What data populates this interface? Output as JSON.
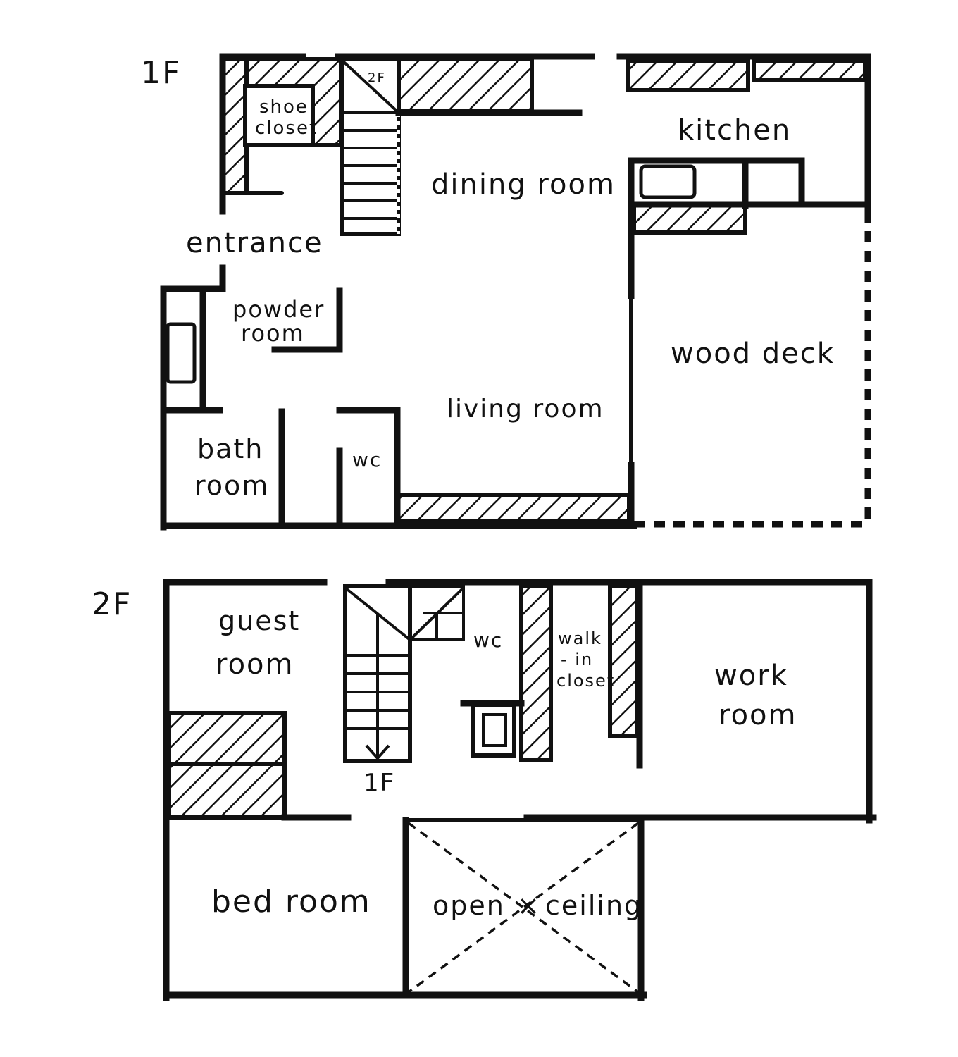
{
  "floors": {
    "first": {
      "label": "1F",
      "rooms": {
        "shoe_closet": [
          "shoe",
          "closet"
        ],
        "stair_up": "2F",
        "dining": "dining room",
        "kitchen": "kitchen",
        "entrance": "entrance",
        "powder": [
          "powder",
          "room"
        ],
        "wood_deck": "wood deck",
        "living": "living room",
        "bath": [
          "bath",
          "room"
        ],
        "wc": "wc"
      }
    },
    "second": {
      "label": "2F",
      "rooms": {
        "guest": [
          "guest",
          "room"
        ],
        "wc": "wc",
        "walk_in": [
          "walk",
          "- in",
          "closet"
        ],
        "work": [
          "work",
          "room"
        ],
        "stair_down": "1F",
        "bed": "bed room",
        "open_left": "open",
        "open_mid": "×",
        "open_right": "ceiling"
      }
    }
  },
  "colors": {
    "ink": "#111111",
    "paper": "#ffffff"
  }
}
